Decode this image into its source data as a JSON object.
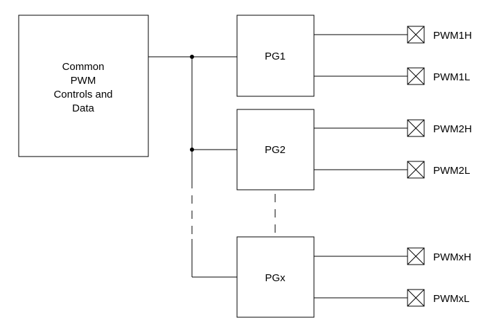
{
  "common_block": {
    "lines": [
      "Common",
      "PWM",
      "Controls and",
      "Data"
    ]
  },
  "generators": [
    {
      "label": "PG1",
      "outputs": [
        "PWM1H",
        "PWM1L"
      ]
    },
    {
      "label": "PG2",
      "outputs": [
        "PWM2H",
        "PWM2L"
      ]
    },
    {
      "label": "PGx",
      "outputs": [
        "PWMxH",
        "PWMxL"
      ]
    }
  ],
  "pin_icon": "x-box-icon"
}
